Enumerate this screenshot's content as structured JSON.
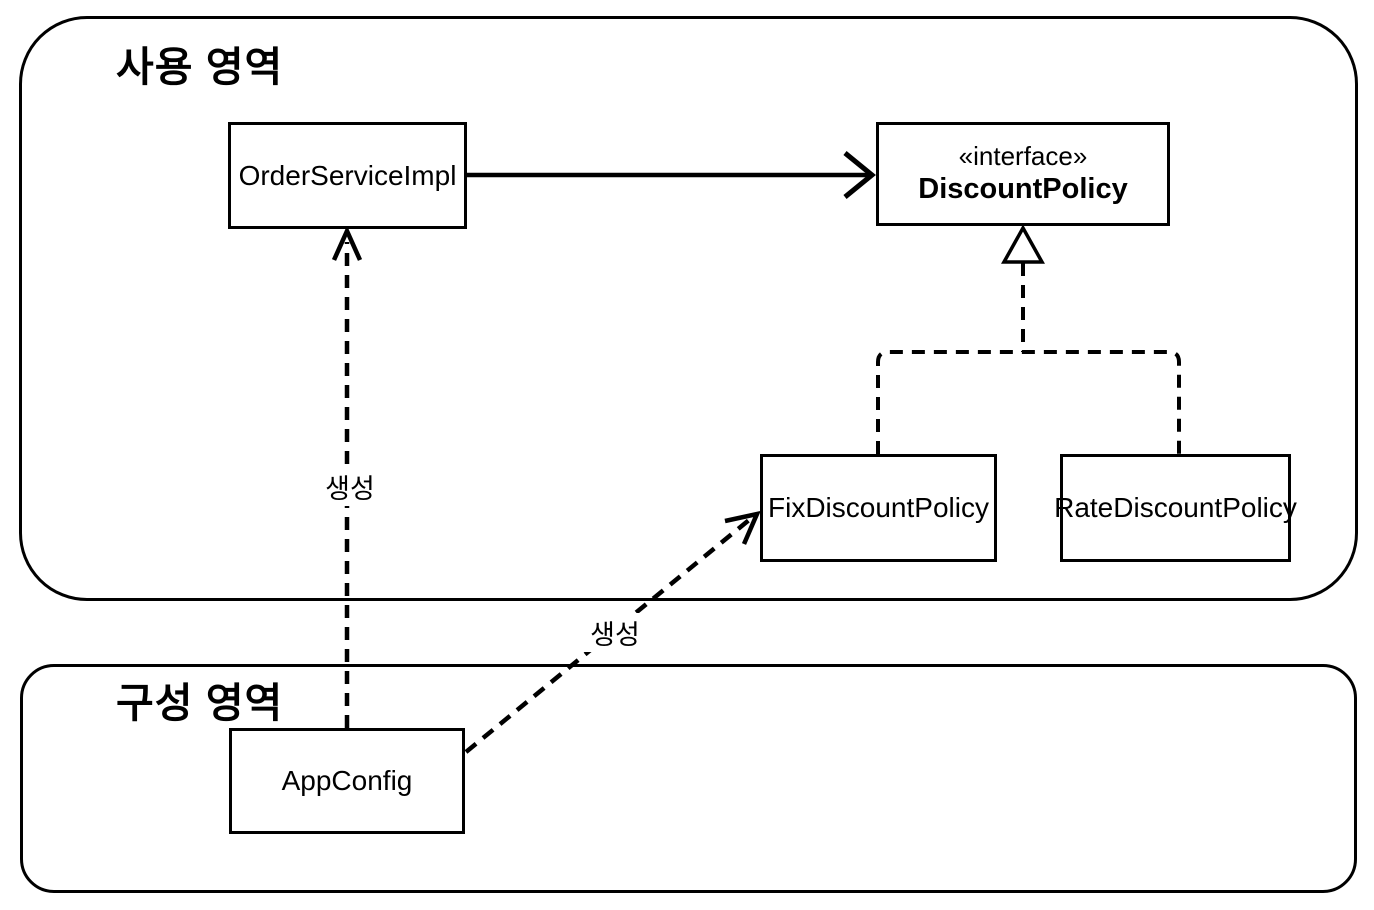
{
  "diagram": {
    "areas": {
      "usage": {
        "title": "사용 영역"
      },
      "config": {
        "title": "구성 영역"
      }
    },
    "nodes": {
      "orderServiceImpl": {
        "label": "OrderServiceImpl"
      },
      "discountPolicy": {
        "stereotype": "«interface»",
        "label": "DiscountPolicy"
      },
      "fixDiscountPolicy": {
        "label": "FixDiscountPolicy"
      },
      "rateDiscountPolicy": {
        "label": "RateDiscountPolicy"
      },
      "appConfig": {
        "label": "AppConfig"
      }
    },
    "edges": [
      {
        "from": "OrderServiceImpl",
        "to": "DiscountPolicy",
        "style": "solid",
        "kind": "association",
        "label": ""
      },
      {
        "from": "FixDiscountPolicy",
        "to": "DiscountPolicy",
        "style": "dashed",
        "kind": "realization-hollow-triangle",
        "label": ""
      },
      {
        "from": "RateDiscountPolicy",
        "to": "DiscountPolicy",
        "style": "dashed",
        "kind": "realization-hollow-triangle",
        "label": ""
      },
      {
        "from": "AppConfig",
        "to": "OrderServiceImpl",
        "style": "dashed",
        "kind": "dependency",
        "label": "생성"
      },
      {
        "from": "AppConfig",
        "to": "FixDiscountPolicy",
        "style": "dashed",
        "kind": "dependency",
        "label": "생성"
      }
    ],
    "colors": {
      "stroke": "#000000",
      "background": "#ffffff"
    }
  }
}
